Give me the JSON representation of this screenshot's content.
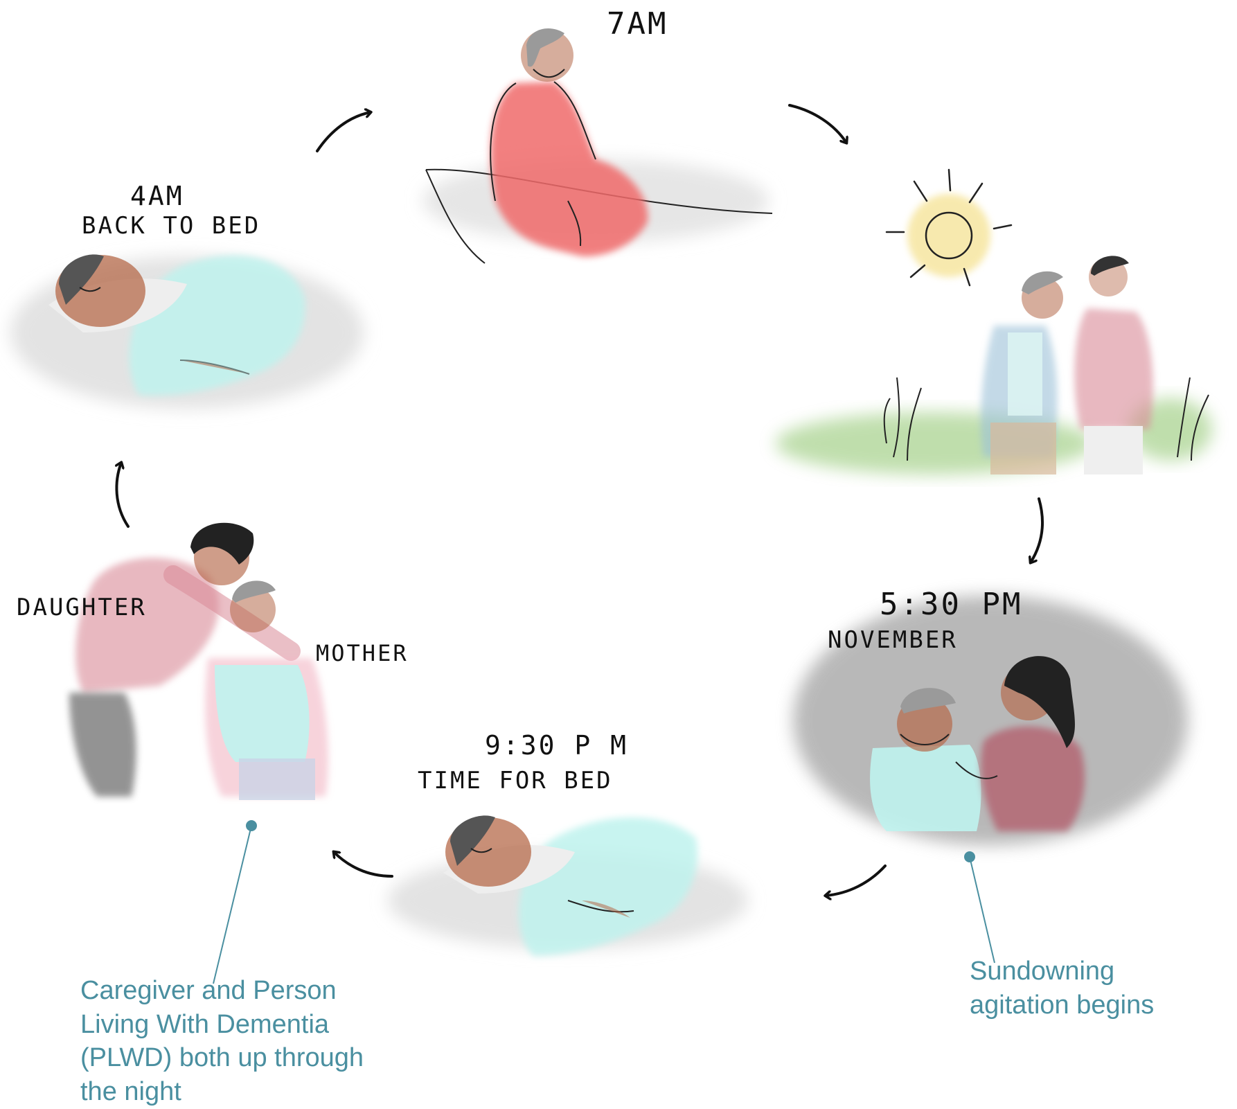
{
  "labels": {
    "seven_am": "7AM",
    "four_am": "4AM",
    "back_to_bed": "BACK TO BED",
    "five_thirty_pm": "5:30 PM",
    "november": "NOVEMBER",
    "nine_thirty_pm": "9:30 P M",
    "time_for_bed": "TIME FOR BED",
    "daughter": "DAUGHTER",
    "mother": "MOTHER"
  },
  "notes": {
    "night_note": "Caregiver and Person Living With Dementia (PLWD) both up through the night",
    "sundowning_note": "Sundowning agitation begins"
  },
  "colors": {
    "annotation": "#4a8fa0",
    "robe": "#f06a6a",
    "blanket": "#bff3ee",
    "skin": "#b5694a",
    "hair_gray": "#9a9a9a",
    "sun": "#f6e49a",
    "grass": "#8cc46b",
    "cardigan": "#9cc1d8",
    "pink_top": "#d98a97",
    "dark_shadow": "#8a8a8a"
  }
}
